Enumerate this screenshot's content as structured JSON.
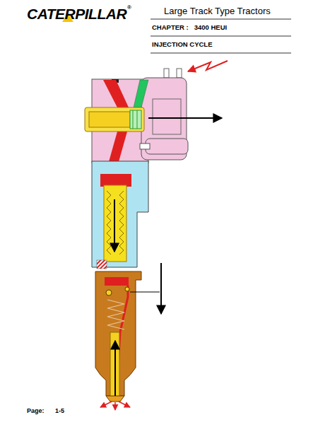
{
  "diagram": {
    "title": "Large Track Type Tractors",
    "labels": [
      "CATERPILLAR",
      "®",
      "CHAPTER :",
      "3400 HEUI",
      "INJECTION CYCLE",
      "Page:",
      "1-5"
    ]
  }
}
